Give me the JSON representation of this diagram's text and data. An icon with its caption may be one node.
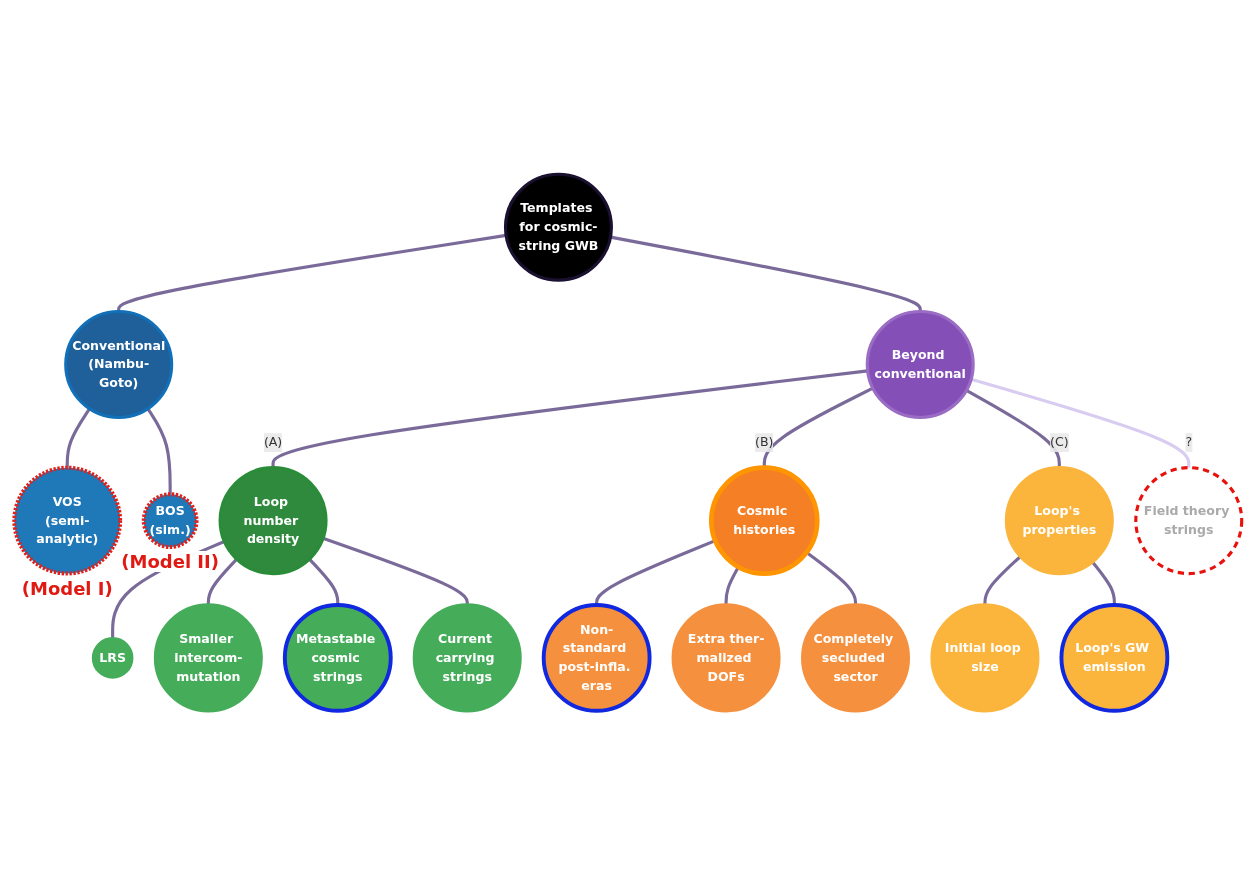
{
  "diagram": {
    "nodes": [
      {
        "text": [
          "Templates for cosmic-string GWB"
        ]
      },
      {
        "text": [
          "Conventional",
          "(Nambu-Goto)"
        ]
      },
      {
        "text": [
          "VOS",
          "(semi-analytic)"
        ],
        "beside": [
          "(Model I)"
        ]
      },
      {
        "text": [
          "BOS",
          "(sim.)"
        ],
        "beside": [
          "(Model II)"
        ]
      },
      {
        "text": [
          "Beyond conventional"
        ]
      },
      {
        "text": [
          "Loop number density"
        ]
      },
      {
        "text": [
          "LRS"
        ]
      },
      {
        "text": [
          "Smaller intercom-mutation"
        ]
      },
      {
        "text": [
          "Metastable cosmic strings"
        ]
      },
      {
        "text": [
          "Current carrying strings"
        ]
      },
      {
        "text": [
          "Cosmic histories"
        ]
      },
      {
        "text": [
          "Non-standard post-infla. eras"
        ]
      },
      {
        "text": [
          "Extra ther-malized DOFs"
        ]
      },
      {
        "text": [
          "Completely secluded sector"
        ]
      },
      {
        "text": [
          "Loop's properties"
        ]
      },
      {
        "text": [
          "Initial loop size"
        ]
      },
      {
        "text": [
          "Loop's GW emission"
        ]
      },
      {
        "text": [
          "Field theory strings"
        ]
      }
    ],
    "edges": [
      {
        "from": 0,
        "to": 1,
        "arrow": "none"
      },
      {
        "from": 0,
        "to": 4,
        "arrow": "none"
      },
      {
        "from": 1,
        "to": 2,
        "arrow": "none"
      },
      {
        "from": 1,
        "to": 3,
        "arrow": "none"
      },
      {
        "from": 4,
        "to": 5,
        "arrow": "none",
        "label": "(A)"
      },
      {
        "from": 4,
        "to": 10,
        "arrow": "none",
        "label": "(B)"
      },
      {
        "from": 4,
        "to": 14,
        "arrow": "none",
        "label": "(C)"
      },
      {
        "from": 4,
        "to": 17,
        "arrow": "none",
        "label": "?",
        "color": "#d8ccf0"
      },
      {
        "from": 5,
        "to": 6,
        "arrow": "none"
      },
      {
        "from": 5,
        "to": 7,
        "arrow": "none"
      },
      {
        "from": 5,
        "to": 8,
        "arrow": "none"
      },
      {
        "from": 5,
        "to": 9,
        "arrow": "none"
      },
      {
        "from": 10,
        "to": 11,
        "arrow": "none"
      },
      {
        "from": 10,
        "to": 12,
        "arrow": "none"
      },
      {
        "from": 10,
        "to": 13,
        "arrow": "none"
      },
      {
        "from": 14,
        "to": 15,
        "arrow": "none"
      },
      {
        "from": 14,
        "to": 16,
        "arrow": "none"
      }
    ]
  }
}
